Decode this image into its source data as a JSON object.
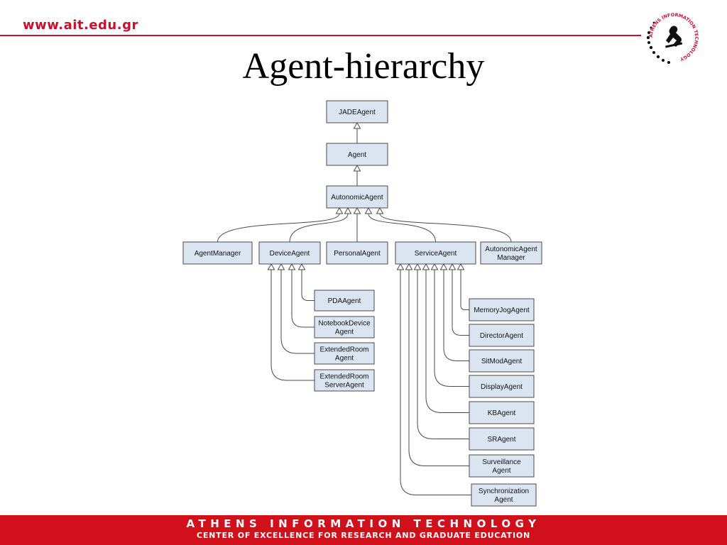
{
  "header": {
    "site_url": "www.ait.edu.gr",
    "logo_text": "ATHENS INFORMATION TECHNOLOGY",
    "brand_color": "#c8102e"
  },
  "slide": {
    "title": "Agent-hierarchy"
  },
  "diagram": {
    "nodes": [
      {
        "id": "jade",
        "lines": [
          "JADEAgent"
        ]
      },
      {
        "id": "agent",
        "lines": [
          "Agent"
        ]
      },
      {
        "id": "autonomic",
        "lines": [
          "AutonomicAgent"
        ]
      },
      {
        "id": "agentmanager",
        "lines": [
          "AgentManager"
        ]
      },
      {
        "id": "device",
        "lines": [
          "DeviceAgent"
        ]
      },
      {
        "id": "personal",
        "lines": [
          "PersonalAgent"
        ]
      },
      {
        "id": "service",
        "lines": [
          "ServiceAgent"
        ]
      },
      {
        "id": "autonomicmgr",
        "lines": [
          "AutonomicAgent",
          "Manager"
        ]
      },
      {
        "id": "pda",
        "lines": [
          "PDAAgent"
        ]
      },
      {
        "id": "notebook",
        "lines": [
          "NotebookDevice",
          "Agent"
        ]
      },
      {
        "id": "extroom",
        "lines": [
          "ExtendedRoom",
          "Agent"
        ]
      },
      {
        "id": "extroomserver",
        "lines": [
          "ExtendedRoom",
          "ServerAgent"
        ]
      },
      {
        "id": "memoryjog",
        "lines": [
          "MemoryJogAgent"
        ]
      },
      {
        "id": "director",
        "lines": [
          "DirectorAgent"
        ]
      },
      {
        "id": "sitmod",
        "lines": [
          "SitModAgent"
        ]
      },
      {
        "id": "display",
        "lines": [
          "DisplayAgent"
        ]
      },
      {
        "id": "kb",
        "lines": [
          "KBAgent"
        ]
      },
      {
        "id": "sr",
        "lines": [
          "SRAgent"
        ]
      },
      {
        "id": "surveillance",
        "lines": [
          "Surveillance",
          "Agent"
        ]
      },
      {
        "id": "sync",
        "lines": [
          "Synchronization",
          "Agent"
        ]
      }
    ],
    "edges": [
      {
        "from": "agent",
        "to": "jade"
      },
      {
        "from": "autonomic",
        "to": "agent"
      },
      {
        "from": "agentmanager",
        "to": "autonomic"
      },
      {
        "from": "device",
        "to": "autonomic"
      },
      {
        "from": "personal",
        "to": "autonomic"
      },
      {
        "from": "service",
        "to": "autonomic"
      },
      {
        "from": "autonomicmgr",
        "to": "autonomic"
      },
      {
        "from": "pda",
        "to": "device"
      },
      {
        "from": "notebook",
        "to": "device"
      },
      {
        "from": "extroom",
        "to": "device"
      },
      {
        "from": "extroomserver",
        "to": "device"
      },
      {
        "from": "memoryjog",
        "to": "service"
      },
      {
        "from": "director",
        "to": "service"
      },
      {
        "from": "sitmod",
        "to": "service"
      },
      {
        "from": "display",
        "to": "service"
      },
      {
        "from": "kb",
        "to": "service"
      },
      {
        "from": "sr",
        "to": "service"
      },
      {
        "from": "surveillance",
        "to": "service"
      },
      {
        "from": "sync",
        "to": "service"
      }
    ]
  },
  "footer": {
    "title": "ATHENS INFORMATION TECHNOLOGY",
    "subtitle": "CENTER OF EXCELLENCE FOR RESEARCH AND GRADUATE EDUCATION",
    "background": "#d0111b"
  }
}
